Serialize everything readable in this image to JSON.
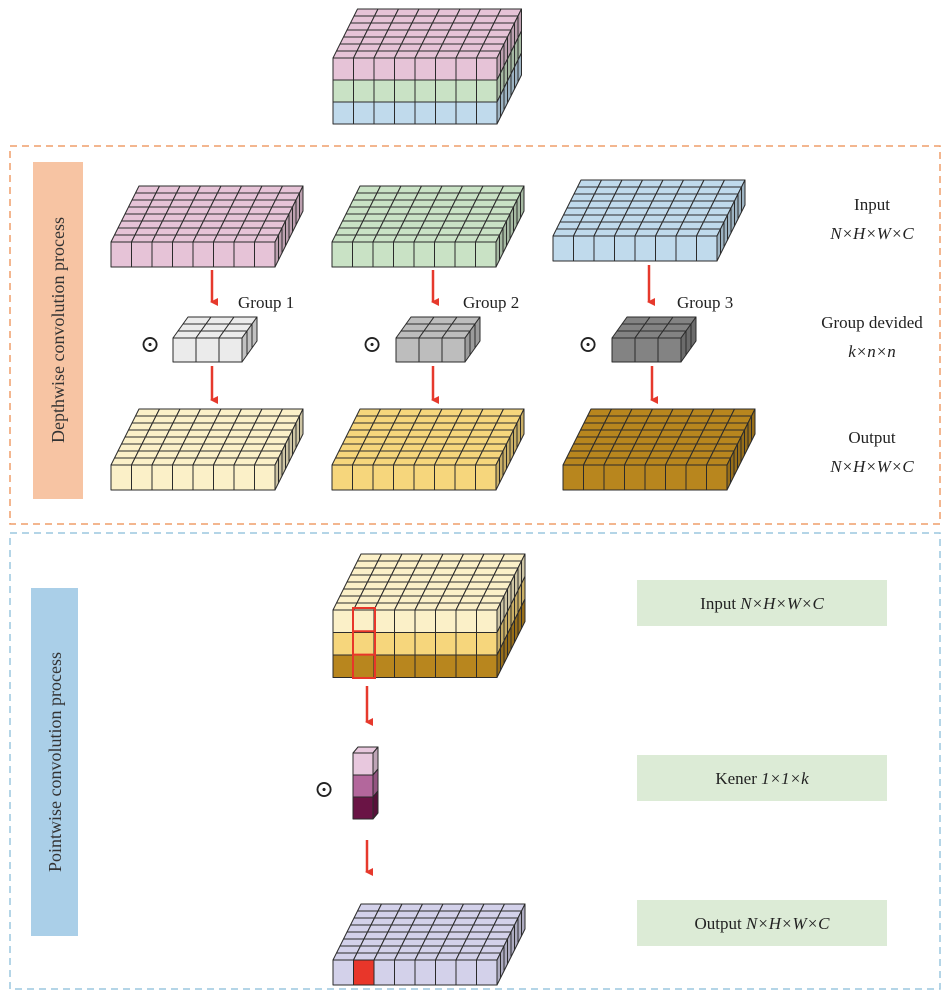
{
  "depthwise": {
    "side_label": "Depthwise convolution process",
    "groups": [
      "Group 1",
      "Group 2",
      "Group 3"
    ],
    "op_symbol": "⊙",
    "labels": {
      "input_title": "Input",
      "input_dims": "N×H×W×C",
      "group_title": "Group devided",
      "group_dims": "k×n×n",
      "output_title": "Output",
      "output_dims": "N×H×W×C"
    }
  },
  "pointwise": {
    "side_label": "Pointwise convolution process",
    "op_symbol": "⊙",
    "boxes": [
      {
        "prefix": "Input ",
        "dims": "N×H×W×C"
      },
      {
        "prefix": "Kener ",
        "dims": "1×1×k"
      },
      {
        "prefix": "Output ",
        "dims": "N×H×W×C"
      }
    ]
  },
  "colors": {
    "pink": "#e6c3d7",
    "green": "#c9e2c5",
    "blue": "#c0daec",
    "output1": "#fbf0c8",
    "output2": "#f6d67c",
    "output3": "#b8861e",
    "kernel1": "#ebebeb",
    "kernel2": "#bdbdbd",
    "kernel3": "#838383",
    "pw_output": "#d3d1ea",
    "highlight": "#e8362a",
    "arrow": "#e6392c",
    "depthwise_tag": "#f7c4a3",
    "pointwise_tag": "#aacfe8",
    "label_box": "#dcebd6",
    "depthwise_border": "#ef9e6a",
    "pointwise_border": "#9cc7df",
    "kernel_pw": [
      "#e8c8de",
      "#b3679c",
      "#6a1445"
    ]
  }
}
